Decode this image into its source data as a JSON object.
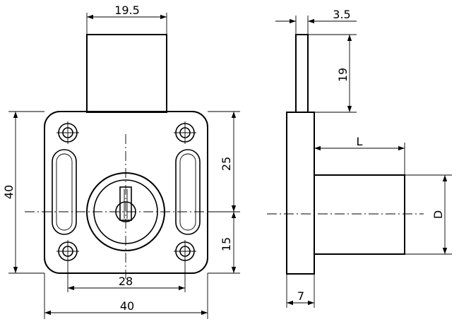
{
  "drawing": {
    "dimensions": {
      "top_width": "19.5",
      "side_thickness": "3.5",
      "shaft_height": "19",
      "overall_height": "40",
      "upper_offset": "25",
      "lower_offset": "15",
      "hole_spacing": "28",
      "overall_width": "40",
      "length_label": "L",
      "diameter_label": "D",
      "plate_thickness": "7"
    }
  }
}
